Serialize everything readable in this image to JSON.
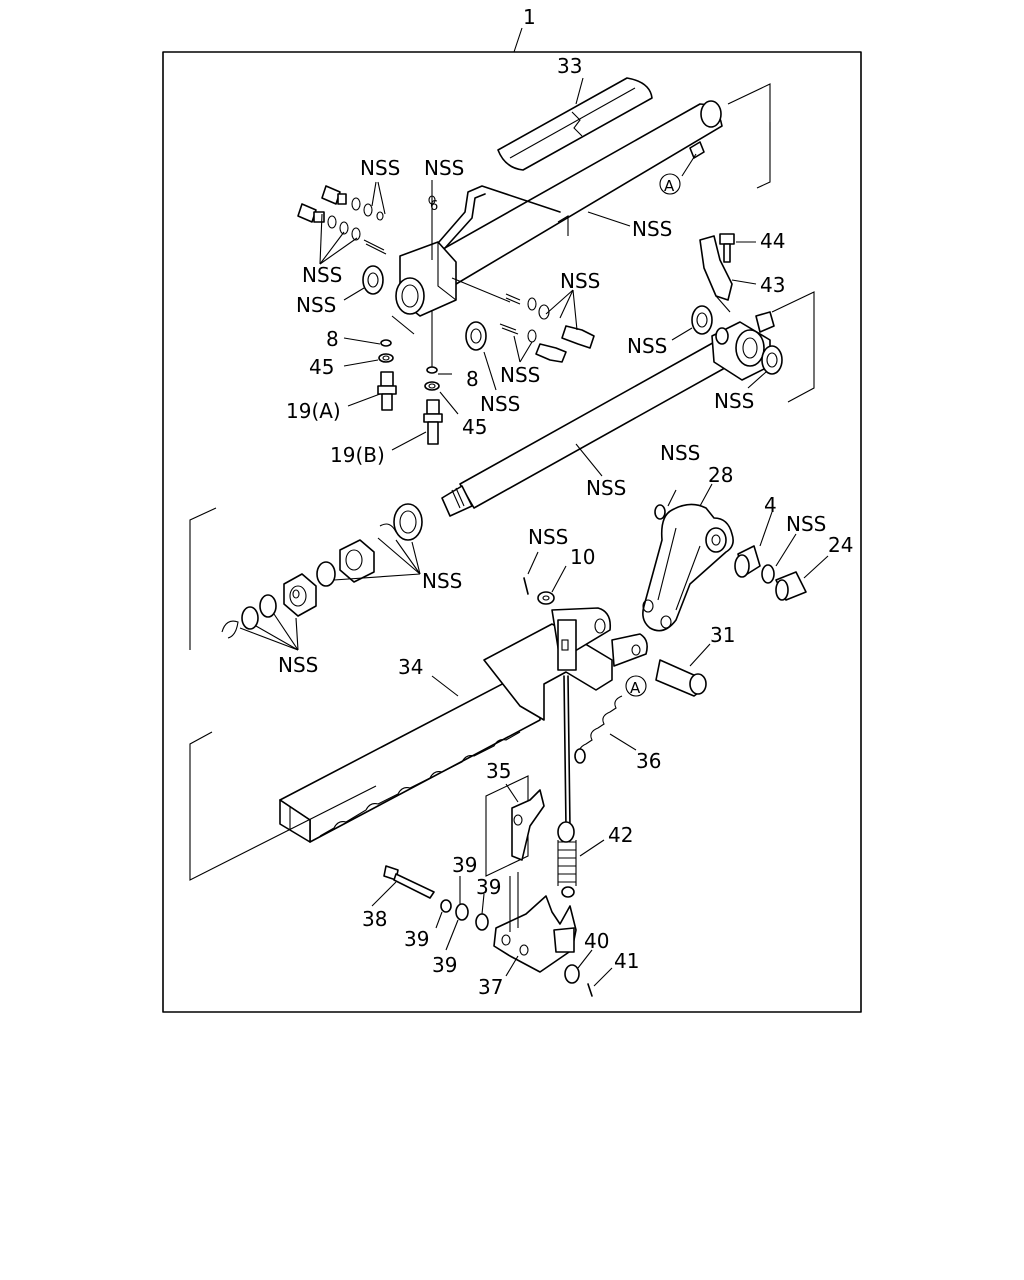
{
  "diagram": {
    "assembly_label": "1",
    "reference_mark": "A",
    "labels": [
      {
        "id": "l-33",
        "text": "33"
      },
      {
        "id": "l-nss-1",
        "text": "NSS"
      },
      {
        "id": "l-nss-2",
        "text": "NSS"
      },
      {
        "id": "l-6",
        "text": "6"
      },
      {
        "id": "l-nss-3",
        "text": "NSS"
      },
      {
        "id": "l-nss-4",
        "text": "NSS"
      },
      {
        "id": "l-nss-5",
        "text": "NSS"
      },
      {
        "id": "l-44",
        "text": "44"
      },
      {
        "id": "l-43",
        "text": "43"
      },
      {
        "id": "l-nss-6",
        "text": "NSS"
      },
      {
        "id": "l-8a",
        "text": "8"
      },
      {
        "id": "l-nss-7",
        "text": "NSS"
      },
      {
        "id": "l-nss-8",
        "text": "NSS"
      },
      {
        "id": "l-45a",
        "text": "45"
      },
      {
        "id": "l-8b",
        "text": "8"
      },
      {
        "id": "l-nss-9",
        "text": "NSS"
      },
      {
        "id": "l-19a",
        "text": "19(A)"
      },
      {
        "id": "l-45b",
        "text": "45"
      },
      {
        "id": "l-nss-10",
        "text": "NSS"
      },
      {
        "id": "l-19b",
        "text": "19(B)"
      },
      {
        "id": "l-nss-11",
        "text": "NSS"
      },
      {
        "id": "l-nss-12",
        "text": "NSS"
      },
      {
        "id": "l-28",
        "text": "28"
      },
      {
        "id": "l-4",
        "text": "4"
      },
      {
        "id": "l-nss-13",
        "text": "NSS"
      },
      {
        "id": "l-24",
        "text": "24"
      },
      {
        "id": "l-nss-14",
        "text": "NSS"
      },
      {
        "id": "l-10",
        "text": "10"
      },
      {
        "id": "l-nss-15",
        "text": "NSS"
      },
      {
        "id": "l-nss-16",
        "text": "NSS"
      },
      {
        "id": "l-31",
        "text": "31"
      },
      {
        "id": "l-34",
        "text": "34"
      },
      {
        "id": "l-36",
        "text": "36"
      },
      {
        "id": "l-35",
        "text": "35"
      },
      {
        "id": "l-42",
        "text": "42"
      },
      {
        "id": "l-39a",
        "text": "39"
      },
      {
        "id": "l-39b",
        "text": "39"
      },
      {
        "id": "l-38",
        "text": "38"
      },
      {
        "id": "l-39c",
        "text": "39"
      },
      {
        "id": "l-39d",
        "text": "39"
      },
      {
        "id": "l-40",
        "text": "40"
      },
      {
        "id": "l-41",
        "text": "41"
      },
      {
        "id": "l-37",
        "text": "37"
      }
    ]
  }
}
